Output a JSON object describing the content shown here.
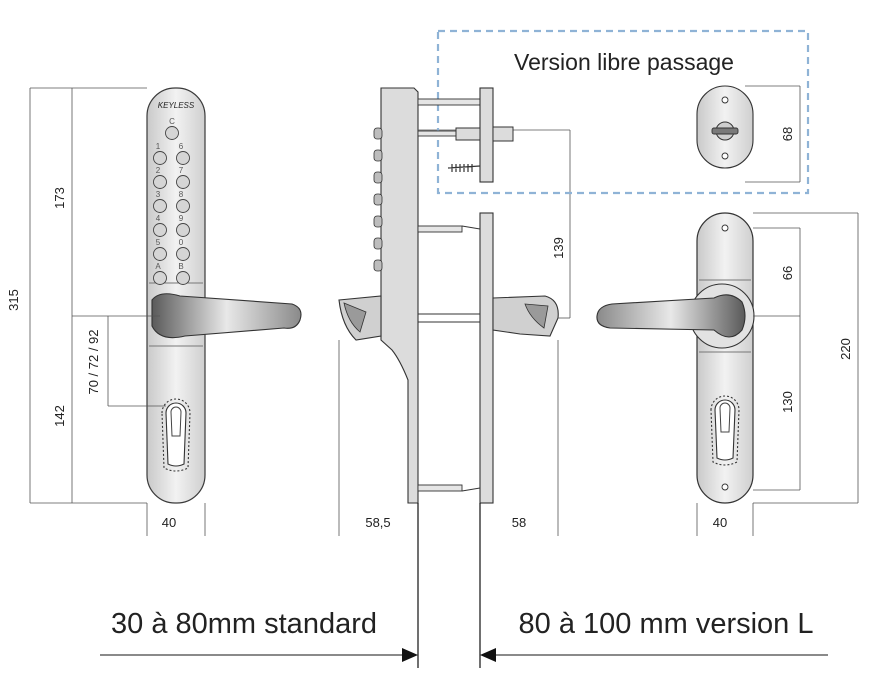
{
  "colors": {
    "metal": "#d9d9d9",
    "metal_dark": "#8a8a8a",
    "outline": "#3a3a3a",
    "dim_line": "#555555",
    "dashed_box": "#8fb3d6"
  },
  "icons": [
    "keypad-handle",
    "keyless-logo",
    "cylinder-cutout",
    "thumb-turn-rosette",
    "screw"
  ],
  "brand": "KEYLESS",
  "version_box": {
    "title": "Version libre passage",
    "dim_height": "68"
  },
  "keypad": {
    "left_keys": [
      "1",
      "2",
      "3",
      "4",
      "5",
      "A"
    ],
    "right_keys": [
      "6",
      "7",
      "8",
      "9",
      "0",
      "B"
    ],
    "top_key": "C"
  },
  "dimensions": {
    "total_height": "315",
    "upper_height": "173",
    "lower_height": "142",
    "cylinder_offset": "70 / 72 / 92",
    "plate_width_left": "40",
    "lever_reach_left": "58,5",
    "lever_reach_right": "58",
    "spindle_height": "139",
    "upper_right": "66",
    "lower_right": "130",
    "plate_height_right": "220",
    "plate_width_right": "40"
  },
  "captions": {
    "standard": "30 à 80mm standard",
    "version_l": "80 à 100 mm version L"
  }
}
